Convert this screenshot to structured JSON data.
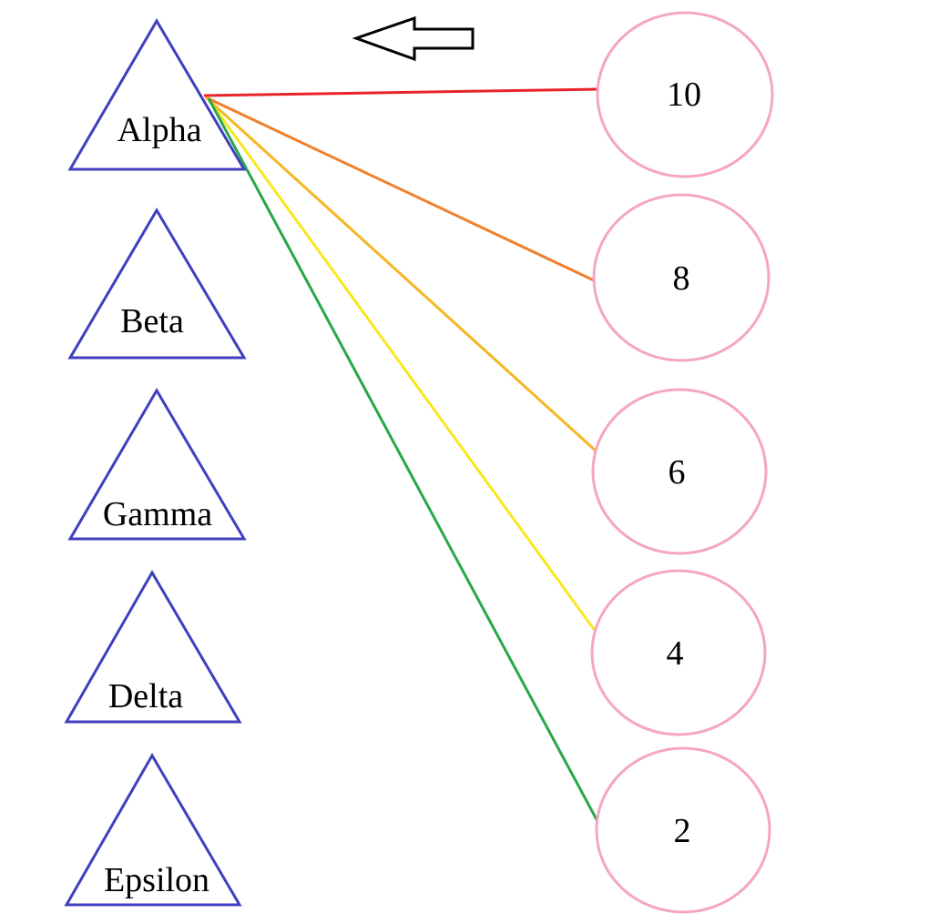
{
  "colors": {
    "triangle_stroke": "#3f3fbf",
    "circle_stroke": "#f4a6c4",
    "background": "#ffffff",
    "text": "#000000",
    "arrow_stroke": "#000000"
  },
  "arrow": {
    "direction": "left"
  },
  "triangles": [
    {
      "id": "alpha",
      "label": "Alpha"
    },
    {
      "id": "beta",
      "label": "Beta"
    },
    {
      "id": "gamma",
      "label": "Gamma"
    },
    {
      "id": "delta",
      "label": "Delta"
    },
    {
      "id": "epsilon",
      "label": "Epsilon"
    }
  ],
  "circles": [
    {
      "id": "c10",
      "label": "10"
    },
    {
      "id": "c8",
      "label": "8"
    },
    {
      "id": "c6",
      "label": "6"
    },
    {
      "id": "c4",
      "label": "4"
    },
    {
      "id": "c2",
      "label": "2"
    }
  ],
  "connections": [
    {
      "from": "alpha",
      "to": "c10",
      "color": "#e8232a"
    },
    {
      "from": "alpha",
      "to": "c8",
      "color": "#f07f2a"
    },
    {
      "from": "alpha",
      "to": "c6",
      "color": "#f5b622"
    },
    {
      "from": "alpha",
      "to": "c4",
      "color": "#f7e81d"
    },
    {
      "from": "alpha",
      "to": "c2",
      "color": "#26a84a"
    }
  ]
}
